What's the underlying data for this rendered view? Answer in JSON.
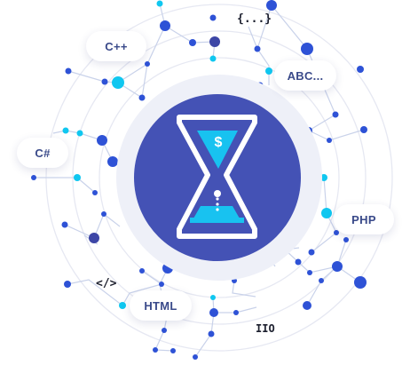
{
  "labels": {
    "cpp": "C++",
    "abc": "ABC...",
    "csharp": "C#",
    "php": "PHP",
    "html": "HTML"
  },
  "glyphs": {
    "braces": "{...}",
    "code_tag": "</>",
    "binary": "IIO"
  },
  "hourglass": {
    "coin_symbol": "$"
  },
  "colors": {
    "circle_fill": "#4452b5",
    "halo": "#eef0f8",
    "node_blue": "#2e52d6",
    "node_cyan": "#10c7f0",
    "node_indigo": "#3d46a6",
    "line": "#c9d2ea",
    "ring": "#e6e8f2",
    "label_text": "#3a4a8a",
    "sand": "#18c2f0"
  }
}
